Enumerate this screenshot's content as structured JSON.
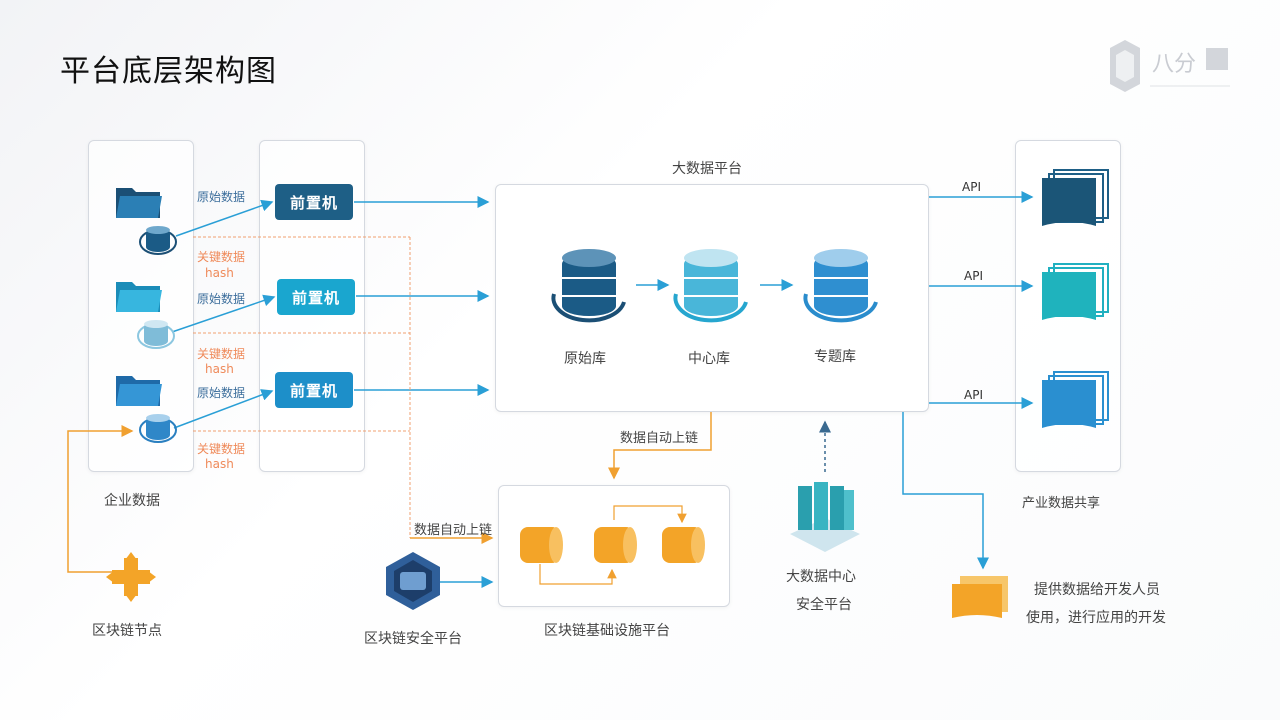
{
  "title": "平台底层架构图",
  "logo_text": "八分",
  "enterprise_label": "企业数据",
  "raw_data_label": "原始数据",
  "key_data_label": "关键数据",
  "hash_label": "hash",
  "front_label": "前置机",
  "bigdata_title": "大数据平台",
  "db_labels": [
    "原始库",
    "中心库",
    "专题库"
  ],
  "api_label": "API",
  "industry_label": "产业数据共享",
  "auto_chain_label": "数据自动上链",
  "blockchain_node_label": "区块链节点",
  "blockchain_security_label": "区块链安全平台",
  "blockchain_infra_label": "区块链基础设施平台",
  "bigdata_security_label_1": "大数据中心",
  "bigdata_security_label_2": "安全平台",
  "dev_label_1": "提供数据给开发人员",
  "dev_label_2": "使用，进行应用的开发",
  "colors": {
    "front1": "#1e5f86",
    "front2": "#1aa6cf",
    "front3": "#1d8fc9",
    "arrow": "#2a9fd6",
    "orange": "#f0a030"
  }
}
